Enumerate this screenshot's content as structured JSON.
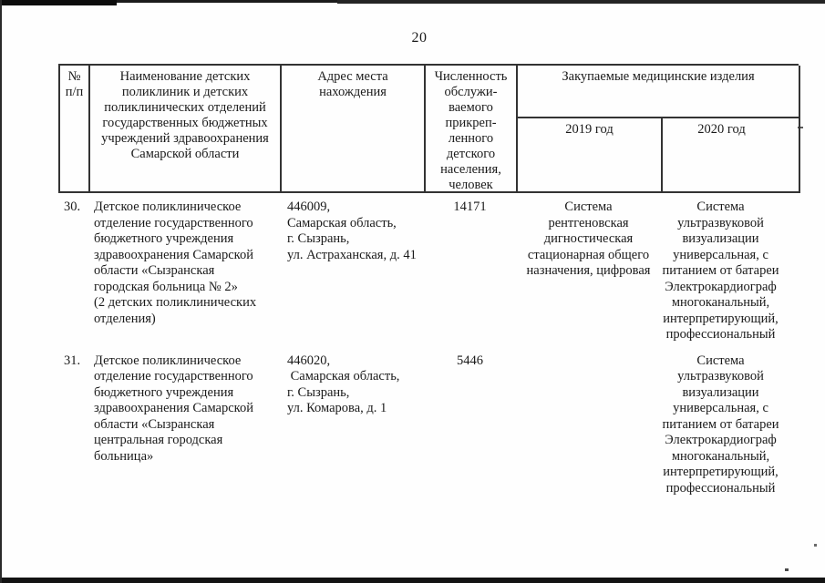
{
  "page": {
    "number": "20"
  },
  "table": {
    "header": {
      "col_num": "№\nп/п",
      "col_name": "Наименование детских\nполиклиник и детских\nполиклинических отделений\nгосударственных бюджетных\nучреждений здравоохранения\nСамарской области",
      "col_address": "Адрес места\nнахождения",
      "col_population": "Численность\nобслужи-\nваемого\nприкреп-\nленного\nдетского\nнаселения,\nчеловек",
      "col_purchases": "Закупаемые медицинские изделия",
      "col_year_2019": "2019 год",
      "col_year_2020": "2020 год"
    },
    "rows": [
      {
        "num": "30.",
        "name": "Детское поликлиническое\nотделение государственного\nбюджетного учреждения\nздравоохранения Самарской\nобласти «Сызранская\nгородская больница № 2»\n(2 детских поликлинических\nотделения)",
        "address": "446009,\nСамарская область,\nг. Сызрань,\nул. Астраханская, д. 41",
        "population": "14171",
        "purchases_2019": "Система\nрентгеновская\nдигностическая\nстационарная общего\nназначения, цифровая",
        "purchases_2020": "Система\nультразвуковой\nвизуализации\nуниверсальная, с\nпитанием от батареи\nЭлектрокардиограф\nмногоканальный,\nинтерпретирующий,\nпрофессиональный"
      },
      {
        "num": "31.",
        "name": "Детское поликлиническое\nотделение государственного\nбюджетного учреждения\nздравоохранения Самарской\nобласти «Сызранская\nцентральная городская\nбольница»",
        "address": "446020,\n Самарская область,\nг. Сызрань,\nул. Комарова, д. 1",
        "population": "5446",
        "purchases_2019": "",
        "purchases_2020": "Система\nультразвуковой\nвизуализации\nуниверсальная, с\nпитанием от батареи\nЭлектрокардиограф\nмногоканальный,\nинтерпретирующий,\nпрофессиональный"
      }
    ]
  }
}
